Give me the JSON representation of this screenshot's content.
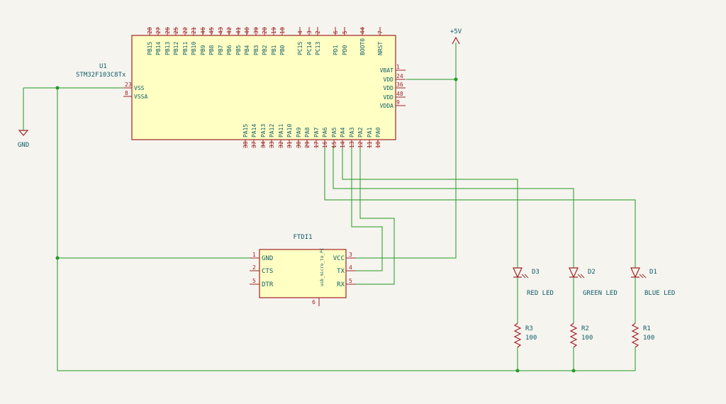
{
  "u1": {
    "ref": "U1",
    "value": "STM32F103C8Tx",
    "top_pins": [
      {
        "name": "PB15",
        "num": "28"
      },
      {
        "name": "PB14",
        "num": "27"
      },
      {
        "name": "PB13",
        "num": "26"
      },
      {
        "name": "PB12",
        "num": "25"
      },
      {
        "name": "PB11",
        "num": "22"
      },
      {
        "name": "PB10",
        "num": "21"
      },
      {
        "name": "PB9",
        "num": "46"
      },
      {
        "name": "PB8",
        "num": "45"
      },
      {
        "name": "PB7",
        "num": "43"
      },
      {
        "name": "PB6",
        "num": "42"
      },
      {
        "name": "PB5",
        "num": "41"
      },
      {
        "name": "PB4",
        "num": "40"
      },
      {
        "name": "PB3",
        "num": "39"
      },
      {
        "name": "PB2",
        "num": "20"
      },
      {
        "name": "PB1",
        "num": "19"
      },
      {
        "name": "PB0",
        "num": "18"
      },
      {
        "name": "PC15",
        "num": "4"
      },
      {
        "name": "PC14",
        "num": "3"
      },
      {
        "name": "PC13",
        "num": "2"
      },
      {
        "name": "PD1",
        "num": "6"
      },
      {
        "name": "PD0",
        "num": "5"
      },
      {
        "name": "BOOT0",
        "num": "44"
      },
      {
        "name": "NRST",
        "num": "7"
      }
    ],
    "bottom_pins": [
      {
        "name": "PA15",
        "num": "38"
      },
      {
        "name": "PA14",
        "num": "37"
      },
      {
        "name": "PA13",
        "num": "34"
      },
      {
        "name": "PA12",
        "num": "33"
      },
      {
        "name": "PA11",
        "num": "32"
      },
      {
        "name": "PA10",
        "num": "31"
      },
      {
        "name": "PA9",
        "num": "30"
      },
      {
        "name": "PA8",
        "num": "29"
      },
      {
        "name": "PA7",
        "num": "17"
      },
      {
        "name": "PA6",
        "num": "16"
      },
      {
        "name": "PA5",
        "num": "15"
      },
      {
        "name": "PA4",
        "num": "14"
      },
      {
        "name": "PA3",
        "num": "13"
      },
      {
        "name": "PA2",
        "num": "12"
      },
      {
        "name": "PA1",
        "num": "11"
      },
      {
        "name": "PA0",
        "num": "10"
      }
    ],
    "right_pins": [
      {
        "name": "VBAT",
        "num": "1"
      },
      {
        "name": "VDD",
        "num": "24"
      },
      {
        "name": "VDD",
        "num": "36"
      },
      {
        "name": "VDD",
        "num": "48"
      },
      {
        "name": "VDDA",
        "num": "9"
      }
    ],
    "left_pins": [
      {
        "name": "VSS",
        "num": "23"
      },
      {
        "name": "VSSA",
        "num": "8"
      }
    ]
  },
  "ftdi": {
    "ref": "FTDI1",
    "value": "usb_micro_to_PC",
    "left_pins": [
      {
        "name": "GND",
        "num": "1"
      },
      {
        "name": "CTS",
        "num": "2"
      },
      {
        "name": "DTR",
        "num": "5"
      }
    ],
    "right_pins": [
      {
        "name": "VCC",
        "num": "3"
      },
      {
        "name": "TX",
        "num": "4"
      },
      {
        "name": "RX",
        "num": "5"
      }
    ],
    "bottom_pin": {
      "num": "6"
    }
  },
  "power": {
    "vcc_label": "+5V",
    "gnd_label": "GND"
  },
  "leds": [
    {
      "ref": "D3",
      "value": "RED LED"
    },
    {
      "ref": "D2",
      "value": "GREEN LED"
    },
    {
      "ref": "D1",
      "value": "BLUE LED"
    }
  ],
  "resistors": [
    {
      "ref": "R3",
      "value": "100"
    },
    {
      "ref": "R2",
      "value": "100"
    },
    {
      "ref": "R1",
      "value": "100"
    }
  ],
  "colors": {
    "wire": "#229922",
    "symbol": "#a02424",
    "text": "#0f5c66",
    "body": "#ffffc4"
  }
}
